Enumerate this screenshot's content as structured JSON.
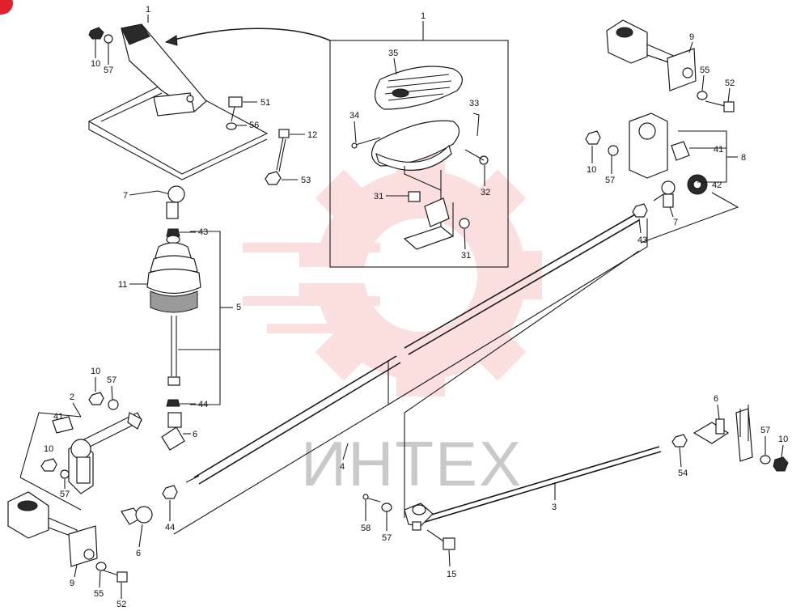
{
  "colors": {
    "ink": "#1a1a1a",
    "watermark": "#f4a6a6",
    "watermark_text": "#c9c9c9",
    "badge": "#e0202a"
  },
  "watermark": {
    "text": "ИНТЕХ"
  },
  "callouts": {
    "c1a": "1",
    "c1b": "1",
    "c10a": "10",
    "c57a": "57",
    "c51": "51",
    "c56": "56",
    "c12": "12",
    "c53": "53",
    "c7a": "7",
    "c43a": "43",
    "c11": "11",
    "c5": "5",
    "c44a": "44",
    "c6a": "6",
    "c35": "35",
    "c34": "34",
    "c33": "33",
    "c32": "32",
    "c31a": "31",
    "c31b": "31",
    "c9a": "9",
    "c55a": "55",
    "c52a": "52",
    "c10b": "10",
    "c57b": "57",
    "c41a": "41",
    "c8": "8",
    "c42": "42",
    "c7b": "7",
    "c43b": "43",
    "c10c": "10",
    "c57c": "57",
    "c2": "2",
    "c41b": "41",
    "c10d": "10",
    "c57d": "57",
    "c6b": "6",
    "c44b": "44",
    "c9b": "9",
    "c55b": "55",
    "c52b": "52",
    "c4": "4",
    "c6c": "6",
    "c57e": "57",
    "c10e": "10",
    "c54": "54",
    "c3": "3",
    "c58": "58",
    "c57f": "57",
    "c15": "15"
  }
}
